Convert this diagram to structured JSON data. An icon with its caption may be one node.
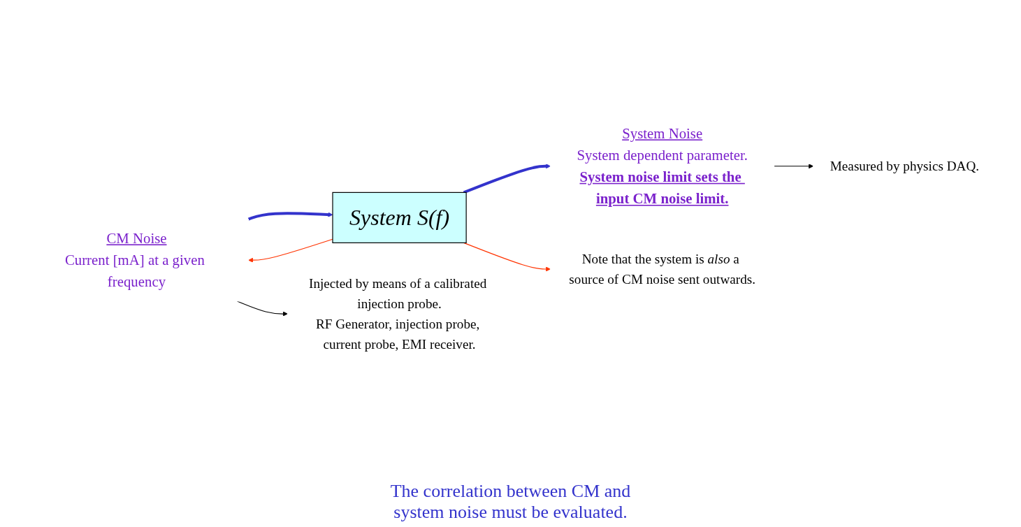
{
  "diagram": {
    "nodes": [
      {
        "text": [
          "CM Noise",
          "Current [mA] at a given frequency"
        ]
      },
      {
        "text": [
          "System S(f)"
        ]
      },
      {
        "text": [
          "System Noise",
          "System dependent parameter.",
          "System noise limit sets the input CM noise limit."
        ]
      },
      {
        "text": [
          "Injected by means of a calibrated injection probe.",
          "RF Generator, injection probe, current probe, EMI receiver."
        ]
      },
      {
        "text": [
          "Note that the system is *also* a source of CM noise sent outwards."
        ]
      },
      {
        "text": [
          "Measured by physics DAQ."
        ]
      }
    ],
    "edges": [
      {
        "from": 0,
        "to": 1,
        "arrow": "to",
        "style": "thick",
        "color": "#3333cc"
      },
      {
        "from": 1,
        "to": 2,
        "arrow": "to",
        "style": "thick",
        "color": "#3333cc"
      },
      {
        "from": 1,
        "to": 0,
        "arrow": "to",
        "color": "#ff3300"
      },
      {
        "from": 1,
        "to": 4,
        "arrow": "to",
        "color": "#ff3300"
      },
      {
        "from": 0,
        "to": 3,
        "arrow": "to",
        "color": "#000000"
      },
      {
        "from": 2,
        "to": 5,
        "arrow": "to",
        "color": "#000000"
      }
    ],
    "labels": [
      "The correlation between CM and system noise must be evaluated."
    ]
  }
}
